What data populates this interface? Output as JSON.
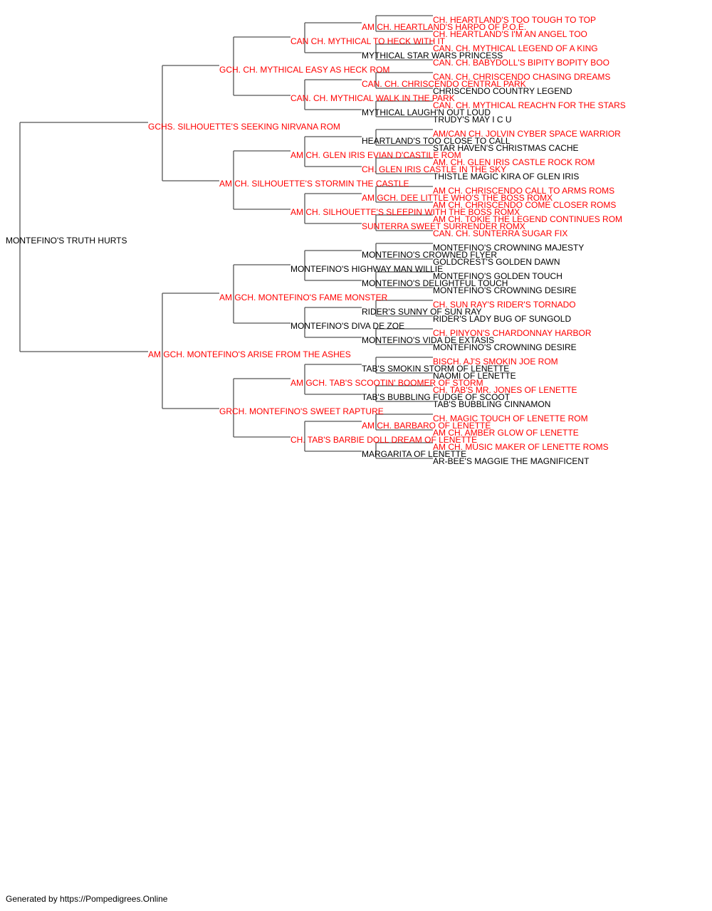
{
  "colors": {
    "titled": "#ff0000",
    "untitled": "#000000",
    "line": "#555555"
  },
  "pedigree": {
    "subject": {
      "name": "MONTEFINO'S TRUTH HURTS",
      "titled": false
    },
    "generations": [
      [
        {
          "name": "GCHS. SILHOUETTE'S SEEKING NIRVANA ROM",
          "titled": true
        },
        {
          "name": "AM GCH. MONTEFINO'S ARISE FROM THE ASHES",
          "titled": true
        }
      ],
      [
        {
          "name": "GCH. CH. MYTHICAL EASY AS HECK ROM",
          "titled": true
        },
        {
          "name": "AM CH. SILHOUETTE'S STORMIN THE CASTLE",
          "titled": true
        },
        {
          "name": "AM GCH. MONTEFINO'S FAME MONSTER",
          "titled": true
        },
        {
          "name": "GRCH. MONTEFINO'S SWEET RAPTURE",
          "titled": true
        }
      ],
      [
        {
          "name": "CAN CH. MYTHICAL TO HECK WITH IT",
          "titled": true
        },
        {
          "name": "CAN. CH. MYTHICAL WALK IN THE PARK",
          "titled": true
        },
        {
          "name": "AM CH. GLEN IRIS EVIAN D'CASTILE ROM",
          "titled": true
        },
        {
          "name": "AM CH. SILHOUETTE'S SLEEPIN WITH THE BOSS ROMX",
          "titled": true
        },
        {
          "name": "MONTEFINO'S HIGHWAY MAN WILLIE",
          "titled": false
        },
        {
          "name": "MONTEFINO'S DIVA DE ZOE",
          "titled": false
        },
        {
          "name": "AM GCH. TAB'S SCOOTIN' BOOMER OF STORM",
          "titled": true
        },
        {
          "name": "CH. TAB'S BARBIE DOLL DREAM OF LENETTE",
          "titled": true
        }
      ],
      [
        {
          "name": "AM CH. HEARTLAND'S HARPO OF P.O.E.",
          "titled": true
        },
        {
          "name": "MYTHICAL STAR WARS PRINCESS",
          "titled": false
        },
        {
          "name": "CAN. CH. CHRISCENDO CENTRAL PARK",
          "titled": true
        },
        {
          "name": "MYTHICAL LAUGH'N OUT LOUD",
          "titled": false
        },
        {
          "name": "HEARTLAND'S TOO CLOSE TO CALL",
          "titled": false
        },
        {
          "name": "CH. GLEN IRIS CASTLE IN THE SKY",
          "titled": true
        },
        {
          "name": "AM GCH. DEE LITTLE WHO'S THE BOSS ROMX",
          "titled": true
        },
        {
          "name": "SUNTERRA SWEET SURRENDER ROMX",
          "titled": true
        },
        {
          "name": "MONTEFINO'S CROWNED FLYER",
          "titled": false
        },
        {
          "name": "MONTEFINO'S DELIGHTFUL TOUCH",
          "titled": false
        },
        {
          "name": "RIDER'S SUNNY OF SUN RAY",
          "titled": false
        },
        {
          "name": "MONTEFINO'S VIDA DE EXTASIS",
          "titled": false
        },
        {
          "name": "TAB'S SMOKIN STORM OF LENETTE",
          "titled": false
        },
        {
          "name": "TAB'S BUBBLING FUDGE OF SCOOT",
          "titled": false
        },
        {
          "name": "AM CH. BARBARO OF LENETTE",
          "titled": true
        },
        {
          "name": "MARGARITA OF LENETTE",
          "titled": false
        }
      ],
      [
        {
          "name": "CH. HEARTLAND'S TOO TOUGH TO TOP",
          "titled": true
        },
        {
          "name": "CH. HEARTLAND'S I'M AN ANGEL TOO",
          "titled": true
        },
        {
          "name": "CAN. CH. MYTHICAL LEGEND OF A KING",
          "titled": true
        },
        {
          "name": "CAN. CH. BABYDOLL'S BIPITY BOPITY BOO",
          "titled": true
        },
        {
          "name": "CAN. CH. CHRISCENDO CHASING DREAMS",
          "titled": true
        },
        {
          "name": "CHRISCENDO COUNTRY LEGEND",
          "titled": false
        },
        {
          "name": "CAN. CH. MYTHICAL REACH'N FOR THE STARS",
          "titled": true
        },
        {
          "name": "TRUDY'S MAY I C U",
          "titled": false
        },
        {
          "name": "AM/CAN CH. JOLVIN CYBER SPACE WARRIOR",
          "titled": true
        },
        {
          "name": "STAR HAVEN'S CHRISTMAS CACHE",
          "titled": false
        },
        {
          "name": "AM. CH. GLEN IRIS CASTLE ROCK ROM",
          "titled": true
        },
        {
          "name": "THISTLE MAGIC KIRA OF GLEN IRIS",
          "titled": false
        },
        {
          "name": "AM CH. CHRISCENDO CALL TO ARMS ROMS",
          "titled": true
        },
        {
          "name": "AM CH. CHRISCENDO COME CLOSER ROMS",
          "titled": true
        },
        {
          "name": "AM CH. TOKIE THE LEGEND CONTINUES ROM",
          "titled": true
        },
        {
          "name": "CAN. CH. SUNTERRA SUGAR FIX",
          "titled": true
        },
        {
          "name": "MONTEFINO'S CROWNING MAJESTY",
          "titled": false
        },
        {
          "name": "GOLDCREST'S GOLDEN DAWN",
          "titled": false
        },
        {
          "name": "MONTEFINO'S GOLDEN TOUCH",
          "titled": false
        },
        {
          "name": "MONTEFINO'S CROWNING DESIRE",
          "titled": false
        },
        {
          "name": "CH. SUN RAY'S RIDER'S TORNADO",
          "titled": true
        },
        {
          "name": "RIDER'S LADY BUG OF SUNGOLD",
          "titled": false
        },
        {
          "name": "CH. PINYON'S CHARDONNAY HARBOR",
          "titled": true
        },
        {
          "name": "MONTEFINO'S CROWNING DESIRE",
          "titled": false
        },
        {
          "name": "BISCH. AJ'S SMOKIN JOE ROM",
          "titled": true
        },
        {
          "name": "NAOMI OF LENETTE",
          "titled": false
        },
        {
          "name": "CH. TAB'S MR. JONES OF LENETTE",
          "titled": true
        },
        {
          "name": "TAB'S BUBBLING CINNAMON",
          "titled": false
        },
        {
          "name": "CH. MAGIC TOUCH OF LENETTE ROM",
          "titled": true
        },
        {
          "name": "AM CH. AMBER GLOW OF LENETTE",
          "titled": true
        },
        {
          "name": "AM CH. MUSIC MAKER OF LENETTE ROMS",
          "titled": true
        },
        {
          "name": "AR-BEE'S MAGGIE THE MAGNIFICENT",
          "titled": false
        }
      ]
    ]
  },
  "footer": {
    "text": "Generated by https://Pompedigrees.Online"
  }
}
